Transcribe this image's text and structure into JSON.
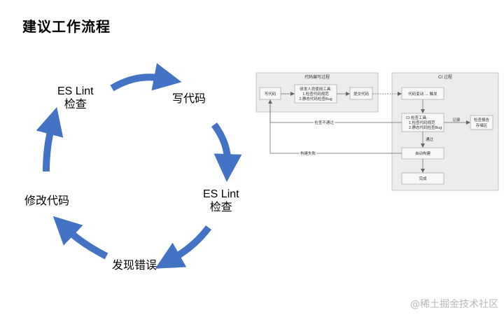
{
  "page_title": "建议工作流程",
  "cycle": {
    "steps": [
      "写代码",
      "ES Lint\n检查",
      "发现错误",
      "修改代码",
      "ES Lint\n检查"
    ],
    "arrow_color": "#4472C4"
  },
  "flow": {
    "left_panel_title": "代码编写过程",
    "right_panel_title": "CI 过程",
    "nodes": {
      "write_code": "写代码",
      "dev_tools": [
        "研发人员使用工具:",
        "1.检查代码规范",
        "2.静态代码检查Bug"
      ],
      "submit_code": "提交代码",
      "code_change": "代码变动 → 触发",
      "ci_check": [
        "CI 检查工具:",
        "1.检查代码规范",
        "2.静态代码检查Bug"
      ],
      "report": [
        "检查报告",
        "存储区"
      ],
      "auto_build": "自动构建",
      "done": "完成"
    },
    "edges": {
      "check_failed": "检查不通过",
      "record": "记录",
      "pass": "通过",
      "build_failed": "构建失败"
    }
  },
  "watermark": "@稀土掘金技术社区"
}
